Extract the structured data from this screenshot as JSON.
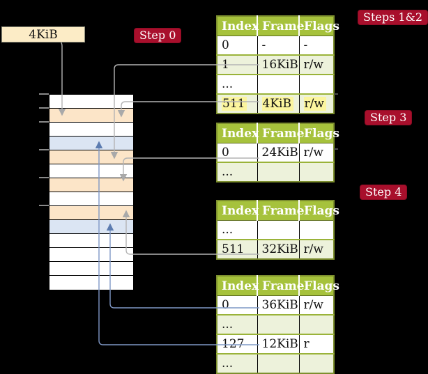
{
  "frame_size_label": "4KiB",
  "badges": {
    "step0": "Step 0",
    "steps12": "Steps 1&2",
    "step3": "Step 3",
    "step4": "Step 4"
  },
  "tables": [
    {
      "id": "page-table-level0",
      "headers": [
        "Index",
        "Frame",
        "Flags"
      ],
      "rows": [
        {
          "cells": [
            "0",
            "-",
            "-"
          ],
          "shaded": false,
          "highlight": false
        },
        {
          "cells": [
            "1",
            "16KiB",
            "r/w"
          ],
          "shaded": true,
          "highlight": false
        },
        {
          "cells": [
            "...",
            "",
            ""
          ],
          "shaded": false,
          "highlight": false
        },
        {
          "cells": [
            "511",
            "4KiB",
            "r/w"
          ],
          "shaded": true,
          "highlight": true
        }
      ]
    },
    {
      "id": "page-table-level1",
      "headers": [
        "Index",
        "Frame",
        "Flags"
      ],
      "rows": [
        {
          "cells": [
            "0",
            "24KiB",
            "r/w"
          ],
          "shaded": false,
          "highlight": false
        },
        {
          "cells": [
            "...",
            "",
            ""
          ],
          "shaded": true,
          "highlight": false
        }
      ]
    },
    {
      "id": "page-table-level2",
      "headers": [
        "Index",
        "Frame",
        "Flags"
      ],
      "rows": [
        {
          "cells": [
            "...",
            "",
            ""
          ],
          "shaded": false,
          "highlight": false
        },
        {
          "cells": [
            "511",
            "32KiB",
            "r/w"
          ],
          "shaded": true,
          "highlight": false
        }
      ]
    },
    {
      "id": "page-table-level3",
      "headers": [
        "Index",
        "Frame",
        "Flags"
      ],
      "rows": [
        {
          "cells": [
            "0",
            "36KiB",
            "r/w"
          ],
          "shaded": false,
          "highlight": false
        },
        {
          "cells": [
            "...",
            "",
            ""
          ],
          "shaded": true,
          "highlight": false
        },
        {
          "cells": [
            "127",
            "12KiB",
            "r"
          ],
          "shaded": false,
          "highlight": false
        },
        {
          "cells": [
            "...",
            "",
            ""
          ],
          "shaded": true,
          "highlight": false
        }
      ]
    }
  ],
  "memory": {
    "rows": [
      "white",
      "orange",
      "white",
      "blue",
      "orange",
      "white",
      "orange",
      "white",
      "orange",
      "blue",
      "white",
      "white",
      "white",
      "white"
    ]
  },
  "colors": {
    "background": "#000000",
    "badge_red": "#a80f2c",
    "table_header_green": "#a6c23c",
    "table_border_olive": "#7d8f2e",
    "row_shaded_green": "#edf2db",
    "highlight_yellow": "#fbf59e",
    "memory_frame_orange": "#fce5c8",
    "memory_frame_blue": "#dbe5f3",
    "legend_box_fill": "#fcecc6",
    "connector_gray": "#b4b4b4",
    "connector_blue": "#7f98c6"
  }
}
